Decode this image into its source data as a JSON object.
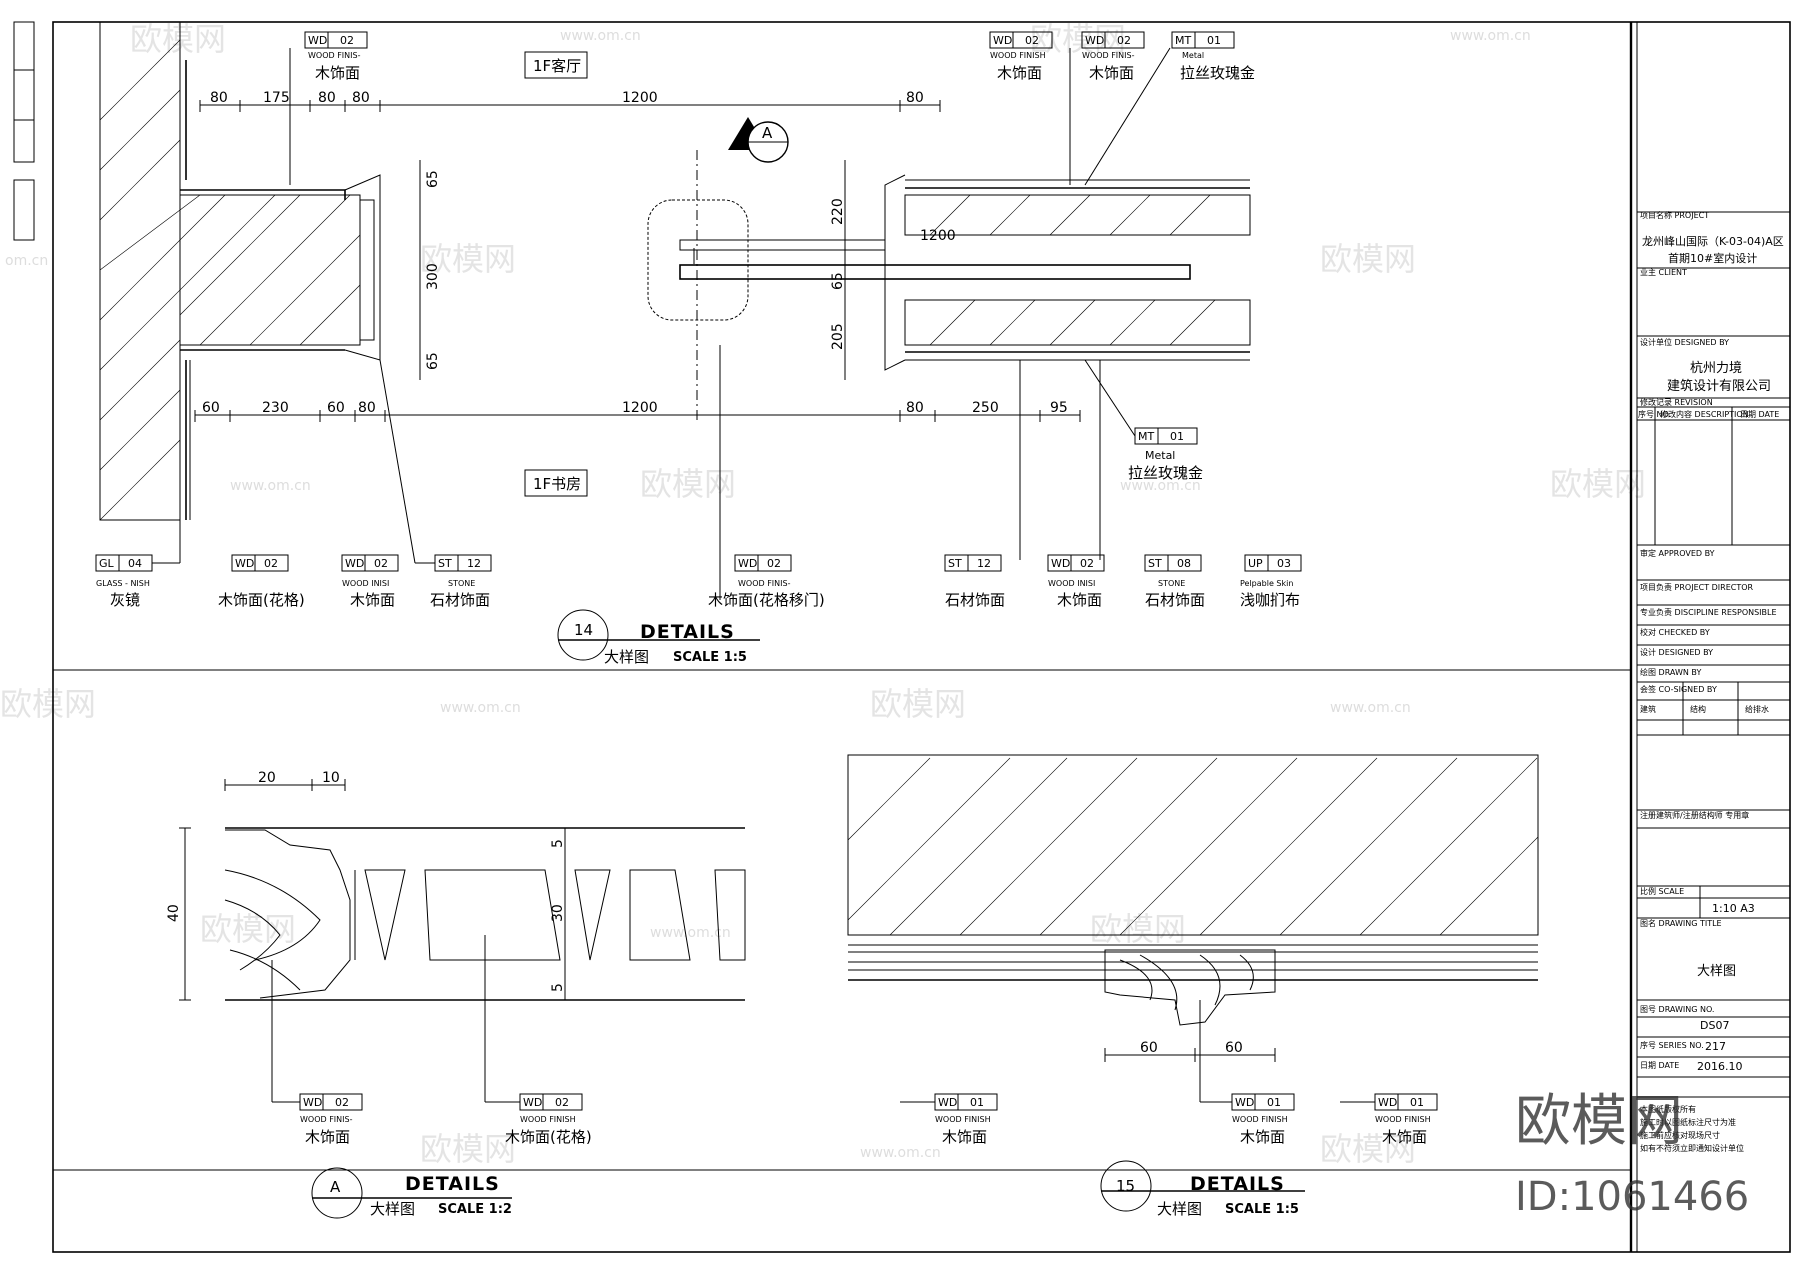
{
  "watermark": {
    "brand": "欧模网",
    "url": "www.om.cn",
    "url_short": "om.cn",
    "id": "ID:1061466"
  },
  "rooms": {
    "living": "1F客厅",
    "study": "1F书房"
  },
  "section_marker": {
    "letter": "A"
  },
  "detail14": {
    "number": "14",
    "title": "DETAILS",
    "sub": "大样图",
    "scale": "SCALE 1:5",
    "dims_top": [
      "80",
      "175",
      "80",
      "80",
      "1200",
      "80"
    ],
    "dims_bottom": [
      "60",
      "230",
      "60",
      "80",
      "1200",
      "80",
      "250",
      "95"
    ],
    "dims_vertical_left": [
      "65",
      "300",
      "65"
    ],
    "dims_vertical_right": [
      "220",
      "65",
      "205"
    ],
    "inner_dim": "1200",
    "tags_top": [
      {
        "code": "WD",
        "num": "02",
        "en": "WOOD FINIS-",
        "cn": "木饰面"
      },
      {
        "code": "WD",
        "num": "02",
        "en": "WOOD FINISH",
        "cn": "木饰面"
      },
      {
        "code": "WD",
        "num": "02",
        "en": "WOOD FINIS-",
        "cn": "木饰面"
      },
      {
        "code": "MT",
        "num": "01",
        "en": "Metal",
        "cn": "拉丝玫瑰金"
      }
    ],
    "tag_mid": {
      "code": "MT",
      "num": "01",
      "en": "Metal",
      "cn": "拉丝玫瑰金"
    },
    "tags_bottom": [
      {
        "code": "GL",
        "num": "04",
        "en": "GLASS - NISH",
        "cn": "灰镜"
      },
      {
        "code": "WD",
        "num": "02",
        "en": "",
        "cn": "木饰面(花格)"
      },
      {
        "code": "WD",
        "num": "02",
        "en": "WOOD INISI",
        "cn": "木饰面"
      },
      {
        "code": "ST",
        "num": "12",
        "en": "STONE",
        "cn": "石材饰面"
      },
      {
        "code": "WD",
        "num": "02",
        "en": "WOOD FINIS-",
        "cn": "木饰面(花格移门)"
      },
      {
        "code": "ST",
        "num": "12",
        "en": "",
        "cn": "石材饰面"
      },
      {
        "code": "WD",
        "num": "02",
        "en": "WOOD INISI",
        "cn": "木饰面"
      },
      {
        "code": "ST",
        "num": "08",
        "en": "STONE",
        "cn": "石材饰面"
      },
      {
        "code": "UP",
        "num": "03",
        "en": "Pelpable Skin",
        "cn": "浅咖扪布"
      }
    ]
  },
  "detailA": {
    "letter": "A",
    "title": "DETAILS",
    "sub": "大样图",
    "scale": "SCALE 1:2",
    "dims_top": [
      "20",
      "10"
    ],
    "dims_right": [
      "5",
      "30",
      "5"
    ],
    "dim_left": "40",
    "tags": [
      {
        "code": "WD",
        "num": "02",
        "en": "WOOD FINIS-",
        "cn": "木饰面"
      },
      {
        "code": "WD",
        "num": "02",
        "en": "WOOD FINISH",
        "cn": "木饰面(花格)"
      }
    ]
  },
  "detail15": {
    "number": "15",
    "title": "DETAILS",
    "sub": "大样图",
    "scale": "SCALE 1:5",
    "dims": [
      "60",
      "60"
    ],
    "tags": [
      {
        "code": "WD",
        "num": "01",
        "en": "WOOD FINISH",
        "cn": "木饰面"
      },
      {
        "code": "WD",
        "num": "01",
        "en": "WOOD FINISH",
        "cn": "木饰面"
      },
      {
        "code": "WD",
        "num": "01",
        "en": "WOOD FINISH",
        "cn": "木饰面"
      }
    ]
  },
  "title_block": {
    "project_label": "项目名称 PROJECT",
    "project_line1": "龙州峰山国际（K-03-04)A区",
    "project_line2": "首期10#室内设计",
    "client_label": "业主 CLIENT",
    "designer_label": "设计单位 DESIGNED BY",
    "company_line1": "杭州力境",
    "company_line2": "建筑设计有限公司",
    "revision_label": "修改记录 REVISION",
    "rev_headers": [
      "序号 NO.",
      "修改内容 DESCRIPTION",
      "日期 DATE"
    ],
    "approved": "审定 APPROVED BY",
    "director": "项目负责 PROJECT DIRECTOR",
    "discipline": "专业负责 DISCIPLINE RESPONSIBLE",
    "checked": "校对 CHECKED BY",
    "designed": "设计 DESIGNED BY",
    "drawn": "绘图 DRAWN BY",
    "co_signed": "会签 CO-SIGNED BY",
    "sign_cols": [
      "建筑",
      "结构",
      "给排水"
    ],
    "stamp_label": "注册建筑师/注册结构师 专用章",
    "scale_label": "比例 SCALE",
    "scale_value": "1:10 A3",
    "drawing_title_label": "图名 DRAWING TITLE",
    "drawing_title": "大样图",
    "drawing_no_label": "图号 DRAWING NO.",
    "drawing_no": "DS07",
    "series_label": "序号 SERIES NO.",
    "series_no": "217",
    "date_label": "日期 DATE",
    "date": "2016.10",
    "notes": [
      "本图纸版权所有",
      "施工时以图纸标注尺寸为准",
      "施工前应核对现场尺寸",
      "如有不符须立即通知设计单位"
    ]
  }
}
